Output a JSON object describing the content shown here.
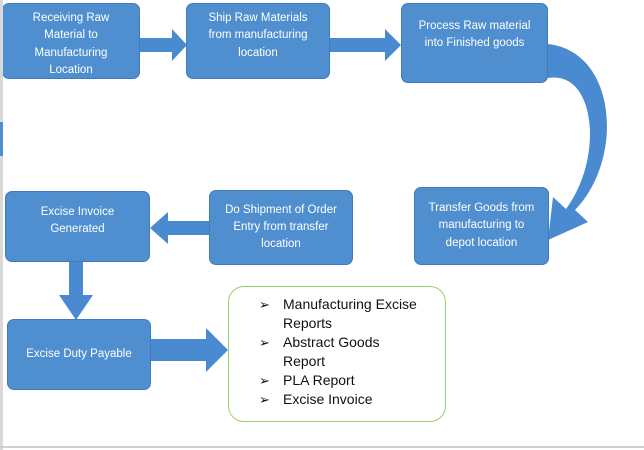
{
  "nodes": {
    "receiving": [
      "Receiving Raw",
      "Material to",
      "Manufacturing",
      "Location"
    ],
    "ship": [
      "Ship Raw Materials",
      "from manufacturing",
      "location"
    ],
    "process": [
      "Process Raw material",
      "into Finished goods"
    ],
    "transfer": [
      "Transfer Goods from",
      "manufacturing to",
      "depot location"
    ],
    "shipment": [
      "Do Shipment of Order",
      "Entry from transfer",
      "location"
    ],
    "invoice": [
      "Excise Invoice",
      "Generated"
    ],
    "duty": [
      "Excise Duty Payable"
    ]
  },
  "reports": {
    "items": [
      [
        "Manufacturing Excise",
        "Reports"
      ],
      [
        "Abstract Goods",
        "Report"
      ],
      [
        "PLA Report"
      ],
      [
        "Excise Invoice"
      ]
    ]
  },
  "colors": {
    "node_fill": "#4f8fd0",
    "node_border": "#3f7bb8",
    "arrow": "#4a8ad0",
    "report_border": "#9bcf6e"
  }
}
